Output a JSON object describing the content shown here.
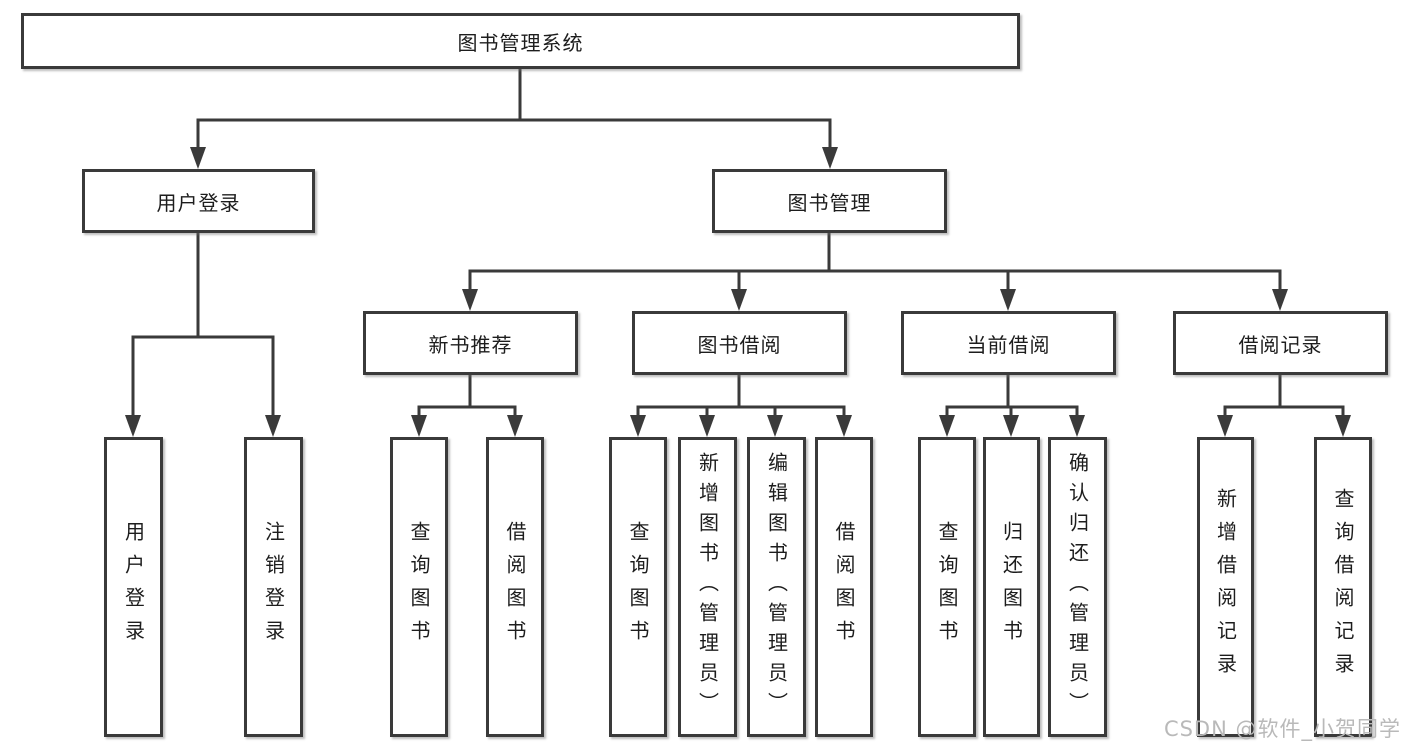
{
  "diagram_type": "hierarchy-chart",
  "colors": {
    "line": "#3a3a3a",
    "box_border": "#3a3a3a",
    "box_background": "#ffffff",
    "text": "#1d1d1d",
    "watermark": "#b9b9b9",
    "background": "#ffffff"
  },
  "tree": {
    "root": "图书管理系统",
    "children": [
      {
        "label": "用户登录",
        "children": [
          {
            "label": "用户登录"
          },
          {
            "label": "注销登录"
          }
        ]
      },
      {
        "label": "图书管理",
        "children": [
          {
            "label": "新书推荐",
            "children": [
              {
                "label": "查询图书"
              },
              {
                "label": "借阅图书"
              }
            ]
          },
          {
            "label": "图书借阅",
            "children": [
              {
                "label": "查询图书"
              },
              {
                "label": "新增图书（管理员）"
              },
              {
                "label": "编辑图书（管理员）"
              },
              {
                "label": "借阅图书"
              }
            ]
          },
          {
            "label": "当前借阅",
            "children": [
              {
                "label": "查询图书"
              },
              {
                "label": "归还图书"
              },
              {
                "label": "确认归还（管理员）"
              }
            ]
          },
          {
            "label": "借阅记录",
            "children": [
              {
                "label": "新增借阅记录"
              },
              {
                "label": "查询借阅记录"
              }
            ]
          }
        ]
      }
    ]
  },
  "watermark": "CSDN @软件_小贺同学"
}
